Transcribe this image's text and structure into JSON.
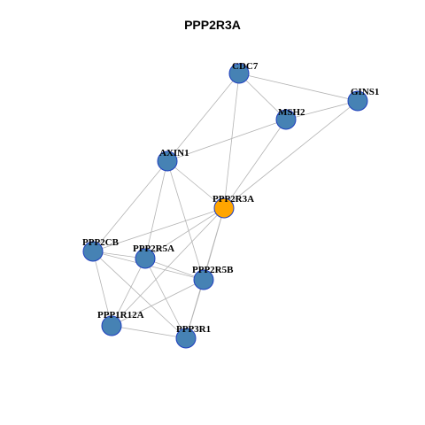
{
  "title": "PPP2R3A",
  "colors": {
    "node_default": "#4682b4",
    "node_focus": "#ffa500",
    "node_border": "#1f3fbf",
    "edge": "#b3b3b3"
  },
  "graph": {
    "focus": "PPP2R3A",
    "nodes": [
      "CDC7",
      "GINS1",
      "MSH2",
      "AXIN1",
      "PPP2R3A",
      "PPP2CB",
      "PPP2R5A",
      "PPP2R5B",
      "PPP1R12A",
      "PPP3R1"
    ],
    "edges": [
      [
        "CDC7",
        "GINS1"
      ],
      [
        "CDC7",
        "MSH2"
      ],
      [
        "CDC7",
        "AXIN1"
      ],
      [
        "CDC7",
        "PPP2R3A"
      ],
      [
        "GINS1",
        "MSH2"
      ],
      [
        "GINS1",
        "PPP2R3A"
      ],
      [
        "MSH2",
        "AXIN1"
      ],
      [
        "MSH2",
        "PPP2R3A"
      ],
      [
        "AXIN1",
        "PPP2CB"
      ],
      [
        "AXIN1",
        "PPP2R5A"
      ],
      [
        "AXIN1",
        "PPP2R5B"
      ],
      [
        "AXIN1",
        "PPP2R3A"
      ],
      [
        "PPP2R3A",
        "PPP2CB"
      ],
      [
        "PPP2R3A",
        "PPP2R5A"
      ],
      [
        "PPP2R3A",
        "PPP2R5B"
      ],
      [
        "PPP2R3A",
        "PPP1R12A"
      ],
      [
        "PPP2R3A",
        "PPP3R1"
      ],
      [
        "PPP2CB",
        "PPP2R5A"
      ],
      [
        "PPP2CB",
        "PPP2R5B"
      ],
      [
        "PPP2CB",
        "PPP1R12A"
      ],
      [
        "PPP2CB",
        "PPP3R1"
      ],
      [
        "PPP2R5A",
        "PPP2R5B"
      ],
      [
        "PPP2R5A",
        "PPP1R12A"
      ],
      [
        "PPP2R5A",
        "PPP3R1"
      ],
      [
        "PPP2R5B",
        "PPP1R12A"
      ],
      [
        "PPP2R5B",
        "PPP3R1"
      ],
      [
        "PPP1R12A",
        "PPP3R1"
      ]
    ]
  }
}
